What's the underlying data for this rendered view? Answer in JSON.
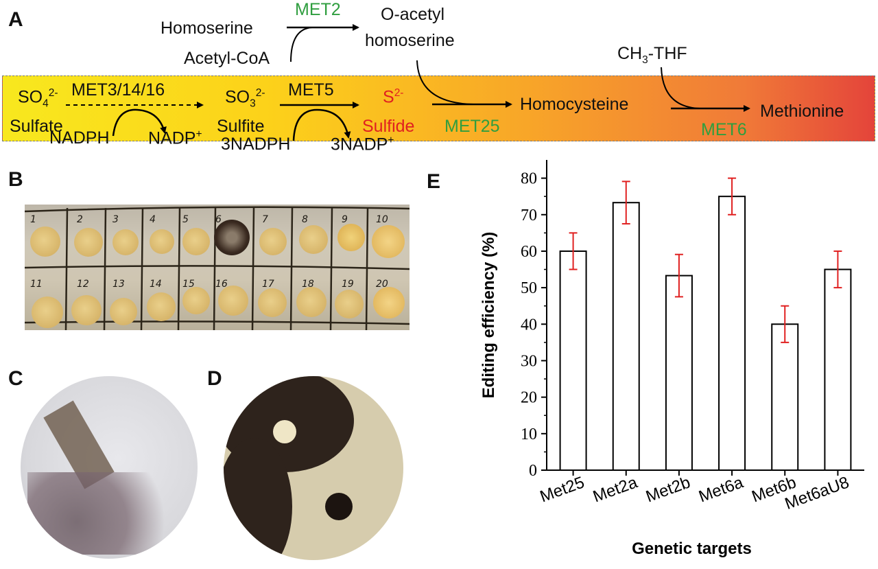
{
  "panels": {
    "a": "A",
    "b": "B",
    "c": "C",
    "d": "D",
    "e": "E"
  },
  "pathway": {
    "homoserine": "Homoserine",
    "acetyl_coa": "Acetyl-CoA",
    "met2": "MET2",
    "o_acetyl_1": "O-acetyl",
    "o_acetyl_2": "homoserine",
    "ch3": "CH",
    "ch3_sub": "3",
    "ch3_rest": "-THF",
    "so4": "SO",
    "so4_sub": "4",
    "so4_sup": "2-",
    "sulfate": "Sulfate",
    "met3": "MET3/14/16",
    "nadph": "NADPH",
    "nadp": "NADP",
    "nadp_sup": "+",
    "so3": "SO",
    "so3_sub": "3",
    "so3_sup": "2-",
    "sulfite": "Sulfite",
    "met5": "MET5",
    "nadph3": "3NADPH",
    "nadp3": "3NADP",
    "nadp3_sup": "+",
    "s": "S",
    "s_sup": "2-",
    "sulfide": "Sulfide",
    "met25": "MET25",
    "homocysteine": "Homocysteine",
    "met6": "MET6",
    "methionine": "Methionine"
  },
  "plate_numbers": [
    "1",
    "2",
    "3",
    "4",
    "5",
    "6",
    "7",
    "8",
    "9",
    "10",
    "11",
    "12",
    "13",
    "14",
    "15",
    "16",
    "17",
    "18",
    "19",
    "20"
  ],
  "colors": {
    "bar_fill": "#ffffff",
    "bar_stroke": "#000000",
    "error_bar": "#e02020",
    "enzyme_label": "#2f9e3f",
    "sulfide_label": "#e02020"
  },
  "chart_data": {
    "type": "bar",
    "categories": [
      "Met25",
      "Met2a",
      "Met2b",
      "Met6a",
      "Met6b",
      "Met6aU8"
    ],
    "values": [
      60,
      73.3,
      53.3,
      75,
      40,
      55
    ],
    "errors": [
      5,
      5.8,
      5.8,
      5,
      5,
      5
    ],
    "xlabel": "Genetic targets",
    "ylabel": "Editing efficiency (%)",
    "ylim": [
      0,
      85
    ],
    "yticks": [
      0,
      10,
      20,
      30,
      40,
      50,
      60,
      70,
      80
    ],
    "grid": false
  }
}
